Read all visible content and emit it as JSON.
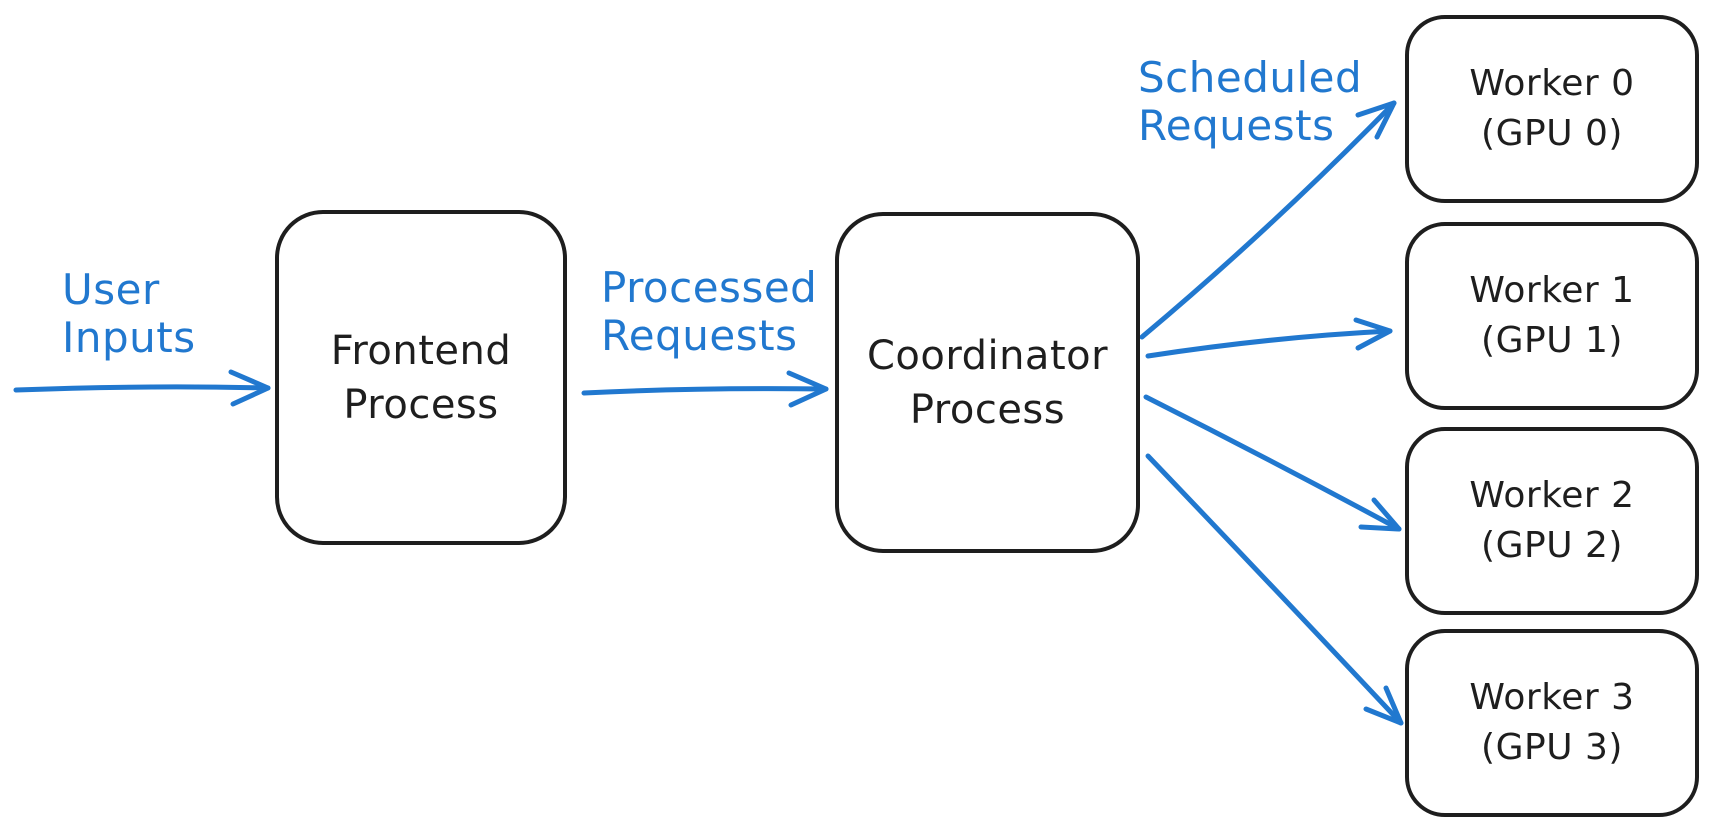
{
  "colors": {
    "accent_blue": "#2178cf",
    "ink_black": "#1e1e1e",
    "background": "#ffffff"
  },
  "nodes": {
    "frontend": {
      "line1": "Frontend",
      "line2": "Process"
    },
    "coordinator": {
      "line1": "Coordinator",
      "line2": "Process"
    }
  },
  "workers": [
    {
      "name": "Worker 0",
      "gpu": "(GPU 0)"
    },
    {
      "name": "Worker 1",
      "gpu": "(GPU 1)"
    },
    {
      "name": "Worker 2",
      "gpu": "(GPU 2)"
    },
    {
      "name": "Worker 3",
      "gpu": "(GPU 3)"
    }
  ],
  "edge_labels": {
    "user_inputs": {
      "line1": "User",
      "line2": "Inputs"
    },
    "processed_requests": {
      "line1": "Processed",
      "line2": "Requests"
    },
    "scheduled_requests": {
      "line1": "Scheduled",
      "line2": "Requests"
    }
  }
}
